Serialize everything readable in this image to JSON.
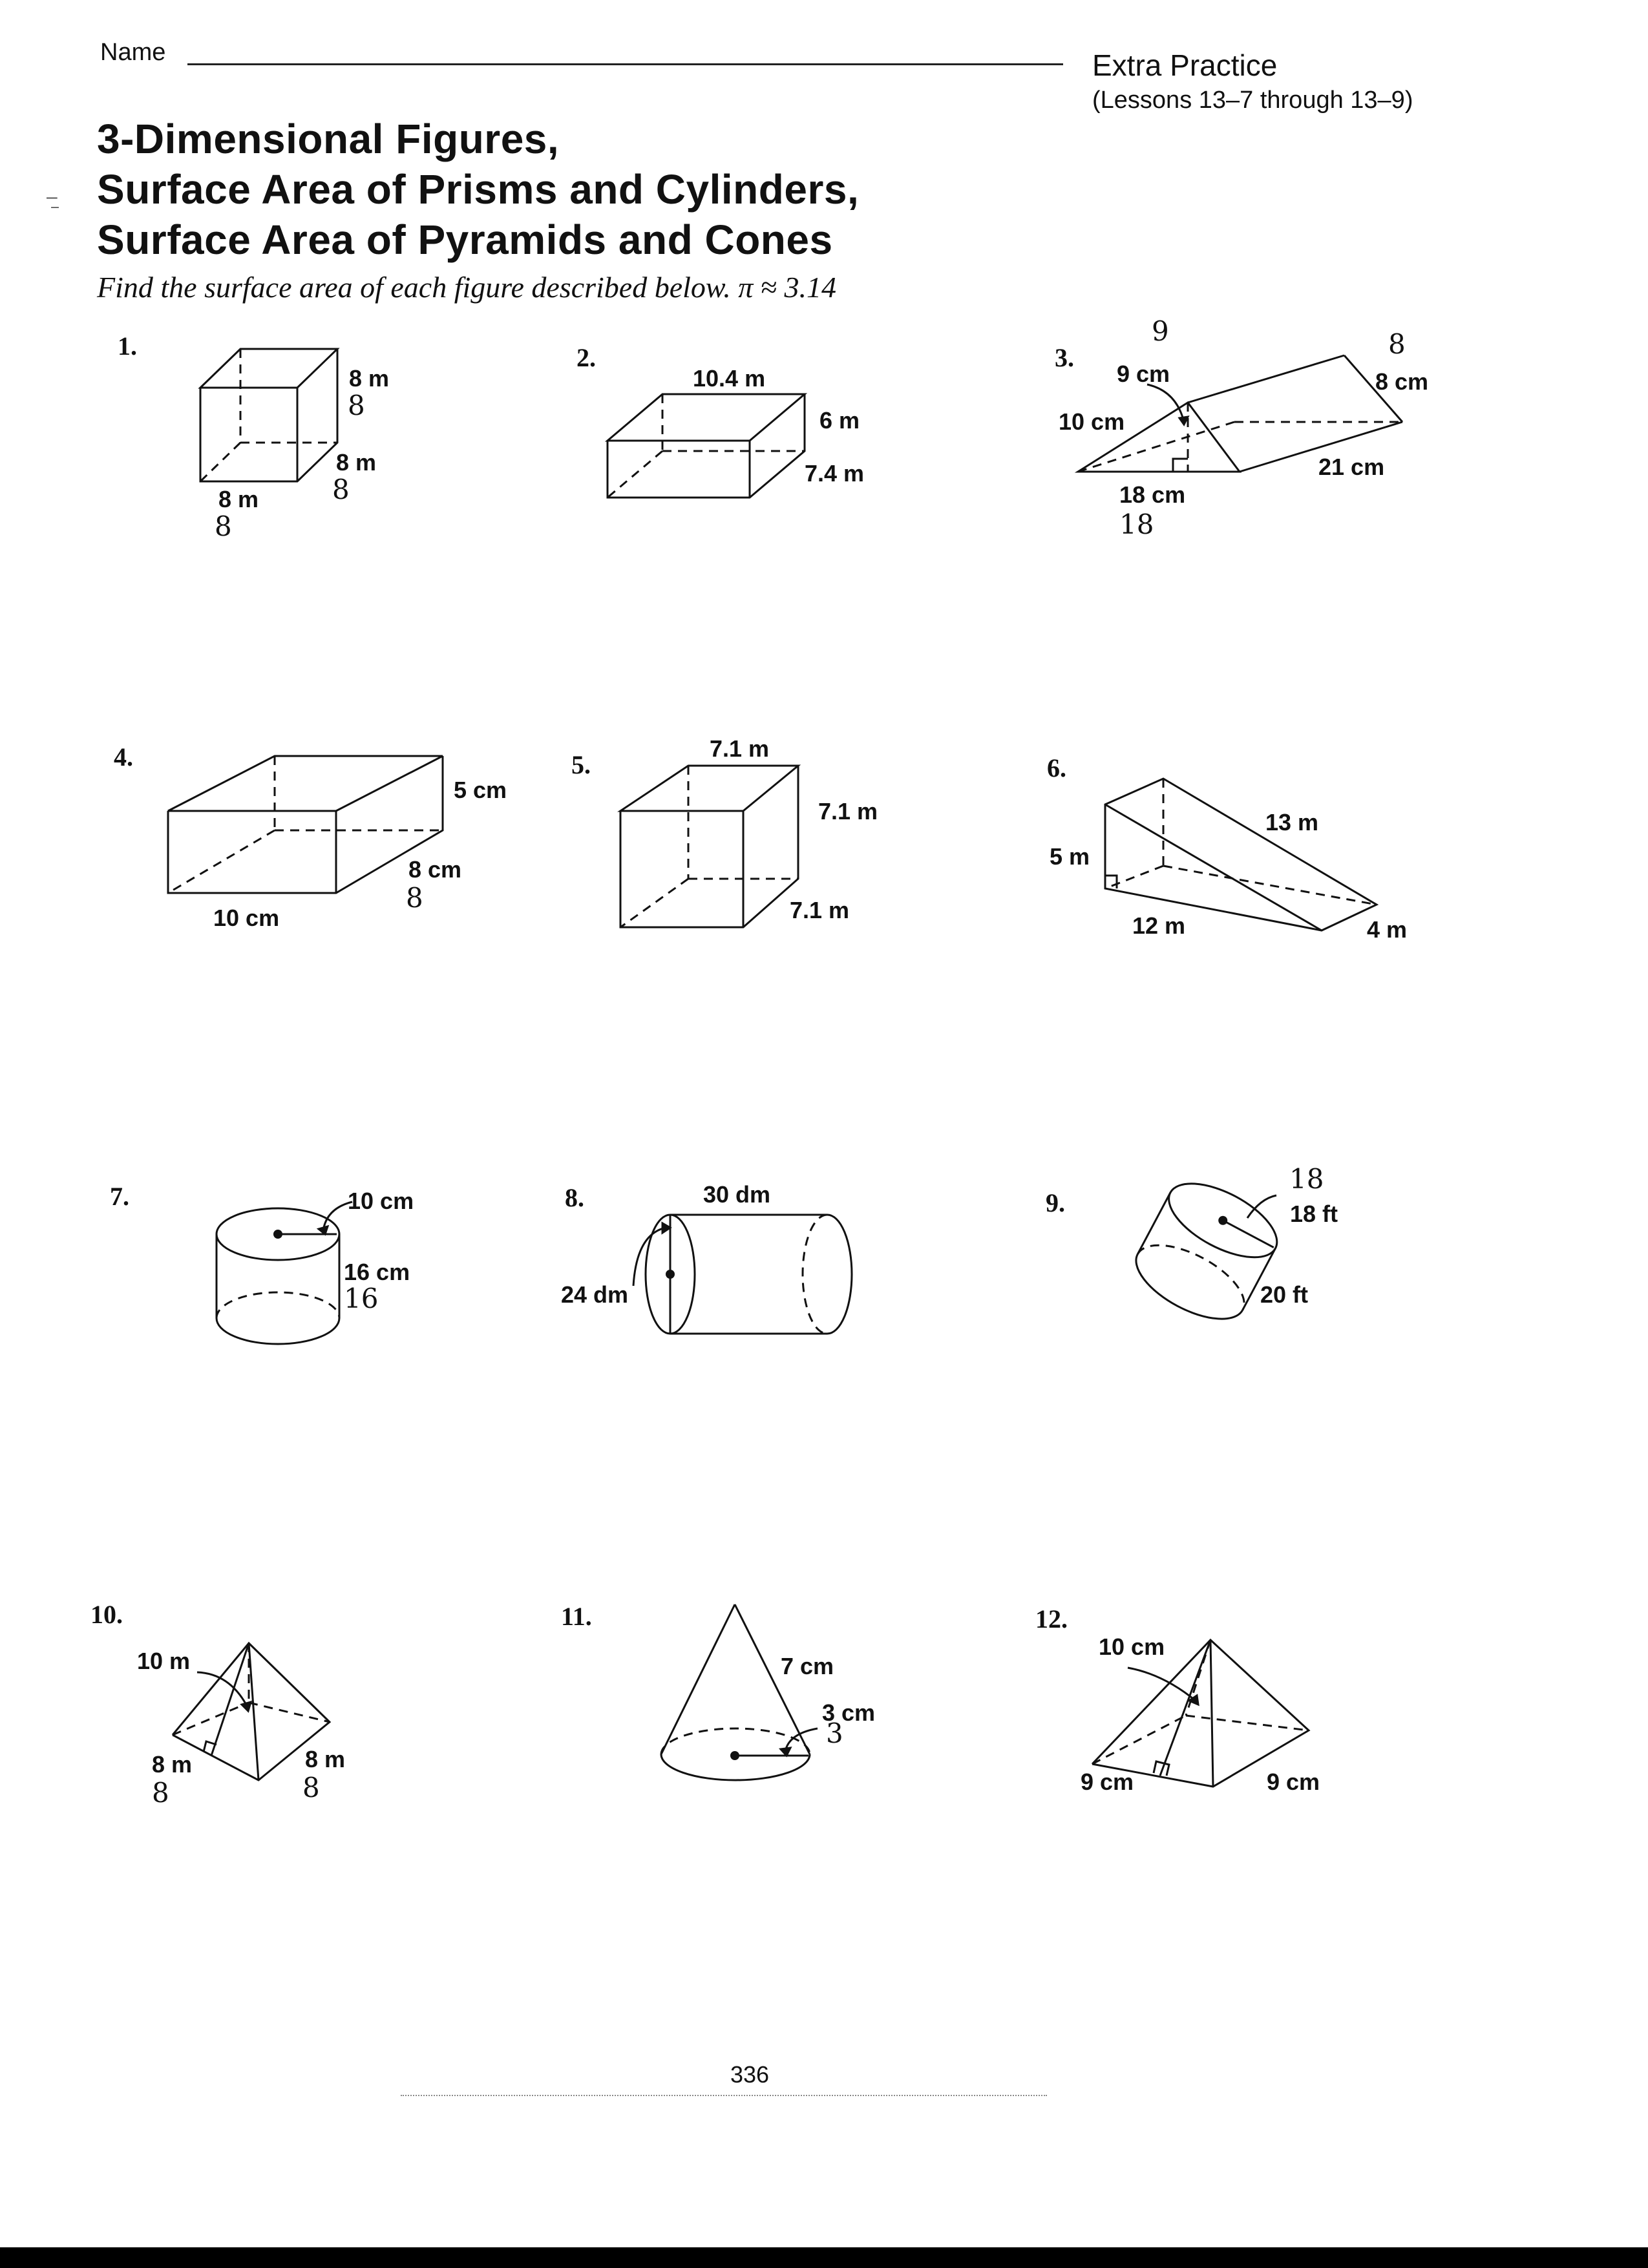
{
  "header": {
    "name_label": "Name",
    "extra_practice": "Extra Practice",
    "lessons": "(Lessons 13–7 through 13–9)"
  },
  "title": {
    "line1": "3-Dimensional Figures,",
    "line2": "Surface Area of Prisms and Cylinders,",
    "line3": "Surface Area of Pyramids and Cones"
  },
  "instructions": "Find the surface area of each figure described below.  π ≈ 3.14",
  "problems": [
    {
      "number": "1.",
      "labels": [
        "8 m",
        "8 m",
        "8 m"
      ],
      "handwritten": [
        "8",
        "8",
        "8"
      ]
    },
    {
      "number": "2.",
      "labels": [
        "10.4 m",
        "6 m",
        "7.4 m"
      ]
    },
    {
      "number": "3.",
      "labels": [
        "9 cm",
        "8 cm",
        "10 cm",
        "21 cm",
        "18 cm"
      ],
      "handwritten": [
        "9",
        "8",
        "18"
      ]
    },
    {
      "number": "4.",
      "labels": [
        "5 cm",
        "8 cm",
        "10 cm"
      ],
      "handwritten": [
        "8"
      ]
    },
    {
      "number": "5.",
      "labels": [
        "7.1 m",
        "7.1 m",
        "7.1 m"
      ]
    },
    {
      "number": "6.",
      "labels": [
        "13 m",
        "5 m",
        "12 m",
        "4 m"
      ]
    },
    {
      "number": "7.",
      "labels": [
        "10 cm",
        "16 cm"
      ],
      "handwritten": [
        "16"
      ]
    },
    {
      "number": "8.",
      "labels": [
        "30 dm",
        "24 dm"
      ]
    },
    {
      "number": "9.",
      "labels": [
        "18 ft",
        "20 ft"
      ],
      "handwritten": [
        "18"
      ]
    },
    {
      "number": "10.",
      "labels": [
        "10 m",
        "8 m",
        "8 m"
      ],
      "handwritten": [
        "8",
        "8"
      ]
    },
    {
      "number": "11.",
      "labels": [
        "7 cm",
        "3 cm"
      ],
      "handwritten": [
        "3"
      ]
    },
    {
      "number": "12.",
      "labels": [
        "10 cm",
        "9 cm",
        "9 cm"
      ]
    }
  ],
  "page_number": "336"
}
